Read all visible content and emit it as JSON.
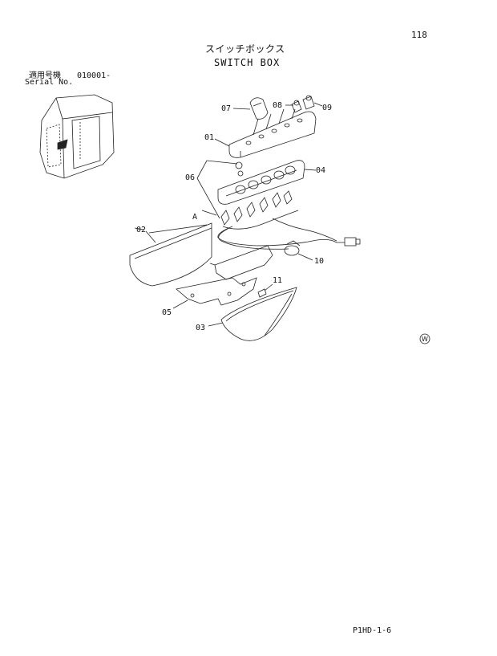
{
  "header": {
    "page_number": "118",
    "title_jp": "スイッチボックス",
    "title_en": "SWITCH BOX"
  },
  "serial": {
    "label_jp": "適用号機",
    "label_en": "Serial No.",
    "value": "010001-"
  },
  "callouts": {
    "p01": "01",
    "p02": "02",
    "p03": "03",
    "p04": "04",
    "p05": "05",
    "p06": "06",
    "p07": "07",
    "p08": "08",
    "p09": "09",
    "p10": "10",
    "p11": "11",
    "view_a": "A"
  },
  "mark": "W",
  "footer": {
    "code": "P1HD-1-6"
  }
}
